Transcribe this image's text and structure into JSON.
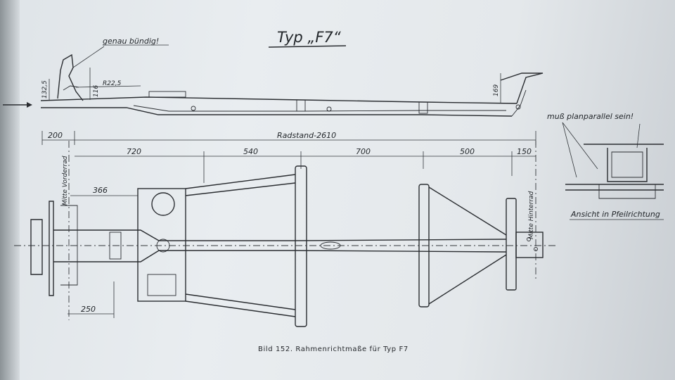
{
  "title": "Typ „F7“",
  "notes": {
    "flush": "genau bündig!",
    "parallel": "muß planparallel sein!",
    "view": "Ansicht in Pfeilrichtung"
  },
  "dimensions": {
    "side_height_left": "132,5",
    "side_height_mid": "116",
    "side_radius": "R22,5",
    "side_height_rear": "169",
    "front_overhang": "200",
    "wheelbase": "Radstand-2610",
    "d720": "720",
    "d540": "540",
    "d700": "700",
    "d500": "500",
    "d150": "150",
    "d366": "366",
    "d250": "250"
  },
  "axle_labels": {
    "front": "Mitte Vorderrad",
    "rear": "Mitte Hinterrad"
  },
  "caption": "Bild 152. Rahmenrichtmaße für Typ F7"
}
